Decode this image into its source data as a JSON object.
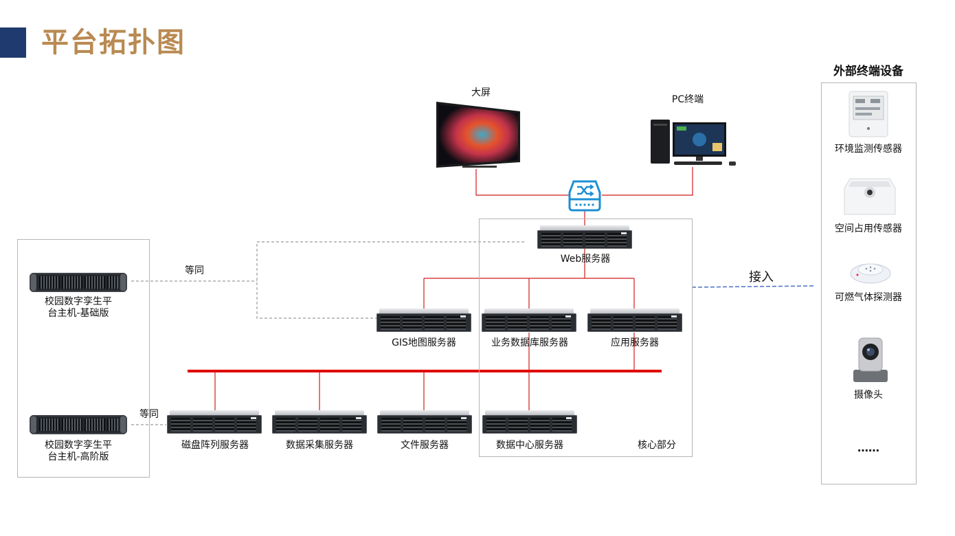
{
  "title": "平台拓扑图",
  "external_panel": {
    "heading": "外部终端设备",
    "items": [
      "环境监测传感器",
      "空间占用传感器",
      "可燃气体探测器",
      "摄像头"
    ],
    "more": "……"
  },
  "top_devices": {
    "big_screen": "大屏",
    "pc_terminal": "PC终端"
  },
  "servers": {
    "web": "Web服务器",
    "gis": "GIS地图服务器",
    "business_db": "业务数据库服务器",
    "app": "应用服务器",
    "disk_array": "磁盘阵列服务器",
    "data_collect": "数据采集服务器",
    "file": "文件服务器",
    "data_center": "数据中心服务器"
  },
  "core_label": "核心部分",
  "host_basic": {
    "line1": "校园数字孪生平",
    "line2": "台主机-基础版"
  },
  "host_advanced": {
    "line1": "校园数字孪生平",
    "line2": "台主机-高阶版"
  },
  "equal_label_1": "等同",
  "equal_label_2": "等同",
  "access_label": "接入",
  "colors": {
    "title": "#b98a52",
    "accent_bar": "#1f3a6e",
    "wire": "#d11a1a",
    "bus": "#e00000",
    "access_line": "#4a6fc4",
    "switch": "#1b8fd3"
  }
}
